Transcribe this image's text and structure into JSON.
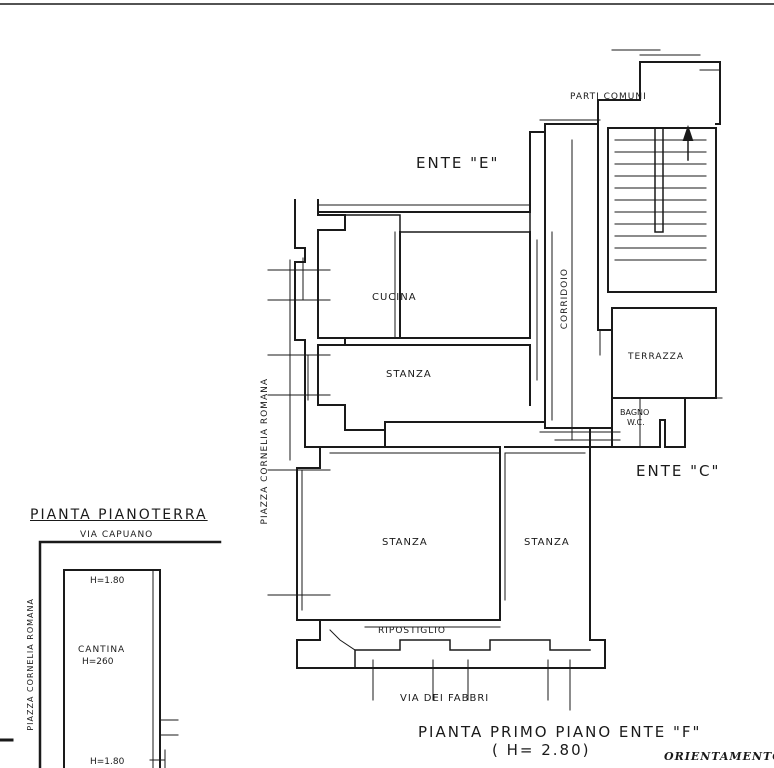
{
  "floor_plan": {
    "ente_e": "ENTE \"E\"",
    "ente_c": "ENTE \"C\"",
    "parti_comuni": "PARTI COMUNI",
    "corridoio": "CORRIDOIO",
    "cucina": "CUCINA",
    "stanza_1": "STANZA",
    "stanza_2": "STANZA",
    "stanza_3": "STANZA",
    "terrazza": "TERRAZZA",
    "bagno_line1": "BAGNO",
    "bagno_line2": "W.C.",
    "ripostiglio": "RIPOSTIGLIO",
    "piazza_right": "PIAZZA CORNELIA ROMANA",
    "via_fabbri": "VIA DEI FABBRI",
    "title_line1": "PIANTA PRIMO PIANO ENTE \"F\"",
    "title_line2": "( H= 2.80)"
  },
  "ground_floor": {
    "title": "PIANTA PIANOTERRA",
    "via_capuano": "VIA CAPUANO",
    "piazza_left": "PIAZZA CORNELIA ROMANA",
    "h_top": "H=1.80",
    "cantina_line1": "CANTINA",
    "cantina_line2": "H=260",
    "h_bottom": "H=1.80"
  },
  "orientamento": "ORIENTAMENTO"
}
